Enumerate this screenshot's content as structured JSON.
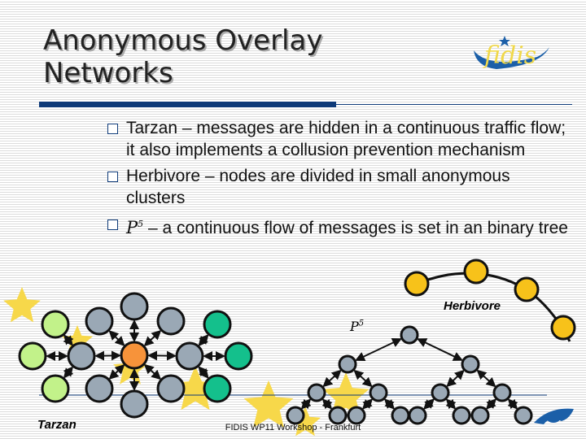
{
  "title": {
    "line1": "Anonymous Overlay",
    "line2": "Networks"
  },
  "logo_text": "fidis",
  "bullets": [
    {
      "text": "Tarzan – messages are hidden in a continuous traffic flow; it also implements a collusion prevention mechanism"
    },
    {
      "prefix": "P",
      "sup": "5",
      "text": " – a continuous flow of messages is set in an binary tree"
    }
  ],
  "bullet_herbivore": "Herbivore – nodes are divided in small anonymous clusters",
  "diagram": {
    "tarzan_label": "Tarzan",
    "herbivore_label": "Herbivore",
    "p5_label": "P",
    "p5_sup": "5"
  },
  "footer": "FIDIS WP11 Workshop - Frankfurt",
  "colors": {
    "title_bar": "#0e3a78",
    "center_node": "#f7933a",
    "gray_node": "#9aa8b5",
    "light_green": "#c2f28a",
    "teal": "#14c08c",
    "herbivore_node": "#f7c21a",
    "star": "#f7d84a"
  }
}
